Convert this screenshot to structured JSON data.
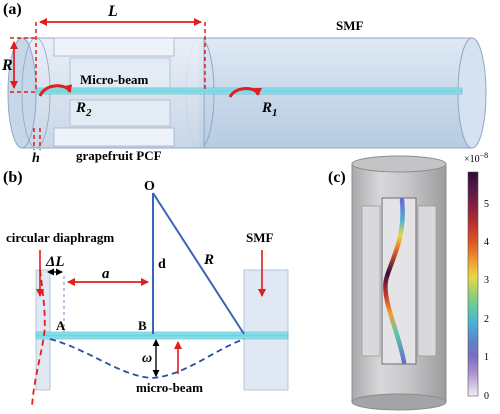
{
  "panel_a": {
    "label": "(a)",
    "L": "L",
    "R": "R",
    "smf": "SMF",
    "micro_beam": "Micro-beam",
    "R2": "R",
    "R2_sub": "2",
    "R1": "R",
    "R1_sub": "1",
    "h": "h",
    "grapefruit": "grapefruit PCF"
  },
  "panel_b": {
    "label": "(b)",
    "O": "O",
    "circular_diaphragm": "circular diaphragm",
    "delta_L": "ΔL",
    "a": "a",
    "d": "d",
    "R": "R",
    "smf": "SMF",
    "A": "A",
    "B": "B",
    "omega": "ω",
    "micro_beam": "micro-beam"
  },
  "panel_c": {
    "label": "(c)",
    "colorbar_title": "×10",
    "colorbar_exp": "−8",
    "ticks": [
      "5",
      "4",
      "3",
      "2",
      "1",
      "0"
    ],
    "colormap": [
      "#2e0a3a",
      "#5a1848",
      "#8a2040",
      "#c0322e",
      "#e05a26",
      "#f0a030",
      "#e6d84a",
      "#9ad26a",
      "#5ec8a8",
      "#4aaed6",
      "#5a86cc",
      "#7a6cc0",
      "#a68ecc",
      "#cfc2e0",
      "#f2eef6"
    ]
  }
}
